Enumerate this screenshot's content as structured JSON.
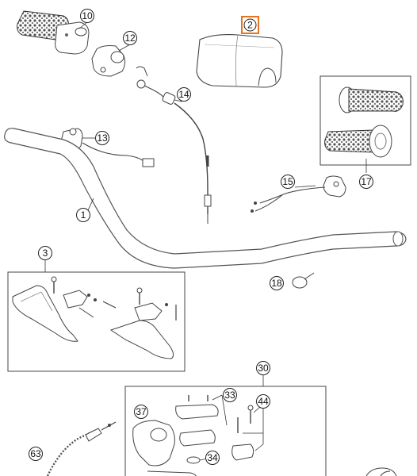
{
  "diagram": {
    "callouts": {
      "c10": "10",
      "c12": "12",
      "c2": "2",
      "c14": "14",
      "c13": "13",
      "c17": "17",
      "c15": "15",
      "c1": "1",
      "c3": "3",
      "c18": "18",
      "c30": "30",
      "c33": "33",
      "c37": "37",
      "c44": "44",
      "c34": "34",
      "c63": "63"
    },
    "colors": {
      "line": "#555555",
      "highlight": "#e8731c",
      "grip_fill": "#8a8a8a"
    }
  }
}
